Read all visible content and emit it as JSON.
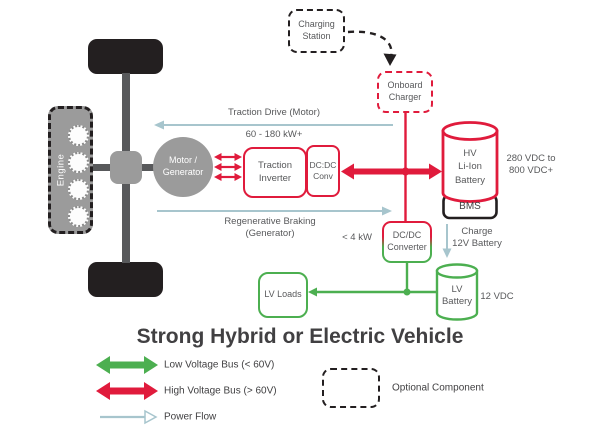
{
  "title": "Strong Hybrid or Electric Vehicle",
  "colors": {
    "high_voltage_red": "#e01b3c",
    "low_voltage_green": "#4caf50",
    "power_flow_blue": "#a7c5cd",
    "component_gray": "#9b9b9b",
    "wheel_black": "#231f20"
  },
  "drivetrain": {
    "engine_label": "Engine",
    "motor_label": "Motor /\nGenerator"
  },
  "components": {
    "charging_station": "Charging\nStation",
    "onboard_charger": "Onboard\nCharger",
    "traction_inverter": "Traction\nInverter",
    "dcdc_conv_hv": "DC:DC\nConv",
    "hv_battery": "HV\nLi-Ion\nBattery",
    "bms": "BMS",
    "dcdc_converter": "DC/DC\nConverter",
    "lv_loads": "LV Loads",
    "lv_battery": "LV\nBattery"
  },
  "annotations": {
    "traction_drive": "Traction Drive (Motor)",
    "power_rating": "60 - 180 kW+",
    "regen_braking": "Regenerative Braking\n(Generator)",
    "dcdc_power": "< 4 kW",
    "hv_range": "280 VDC to\n800 VDC+",
    "charge_12v": "Charge\n12V Battery",
    "lv_voltage": "12 VDC"
  },
  "legend": {
    "low_voltage": "Low Voltage Bus (< 60V)",
    "high_voltage": "High Voltage Bus (> 60V)",
    "power_flow": "Power Flow",
    "optional": "Optional Component"
  }
}
